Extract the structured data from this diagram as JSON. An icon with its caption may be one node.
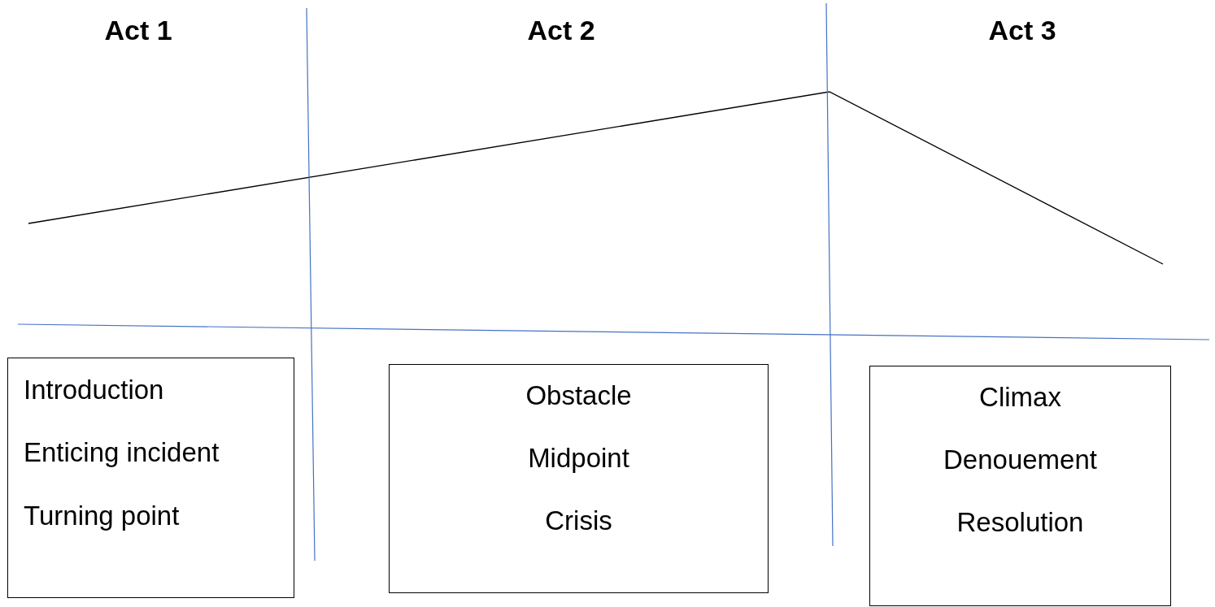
{
  "diagram": {
    "nodes": [
      {
        "text": [
          "Introduction",
          "Enticing incident",
          "Turning point"
        ]
      },
      {
        "text": [
          "Obstacle",
          "Midpoint",
          "Crisis"
        ]
      },
      {
        "text": [
          "Climax",
          "Denouement",
          "Resolution"
        ]
      }
    ],
    "labels": [
      "Act 1",
      "Act 2",
      "Act 3"
    ]
  }
}
